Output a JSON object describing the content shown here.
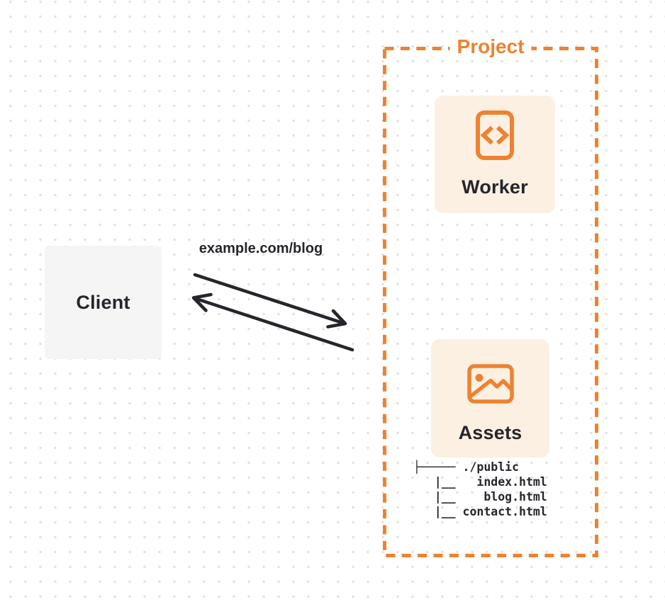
{
  "client": {
    "label": "Client"
  },
  "request": {
    "url": "example.com/blog"
  },
  "project": {
    "label": "Project",
    "worker": {
      "label": "Worker",
      "icon": "code-file-icon"
    },
    "assets": {
      "label": "Assets",
      "icon": "image-icon",
      "file_tree": [
        "├───── ./public",
        "   |__   index.html",
        "   |__    blog.html",
        "   |__ contact.html"
      ]
    }
  },
  "colors": {
    "accent_orange": "#ee8230",
    "card_background": "#fbf0e2",
    "client_background": "#f5f5f6",
    "text_dark": "#26252b",
    "arrow_black": "#26252b",
    "dot_grid": "#e2e2e5"
  }
}
